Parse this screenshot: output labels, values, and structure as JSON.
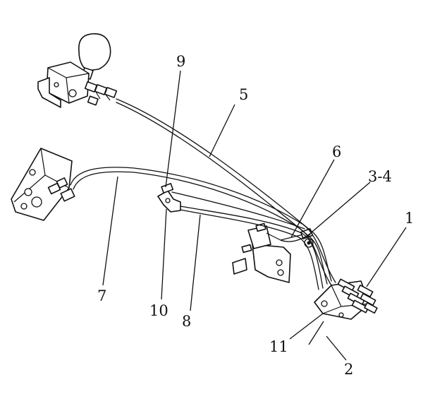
{
  "callouts": {
    "c1": "1",
    "c2": "2",
    "c34": "3-4",
    "c5": "5",
    "c6": "6",
    "c7": "7",
    "c8": "8",
    "c9": "9",
    "c10": "10",
    "c11": "11"
  }
}
